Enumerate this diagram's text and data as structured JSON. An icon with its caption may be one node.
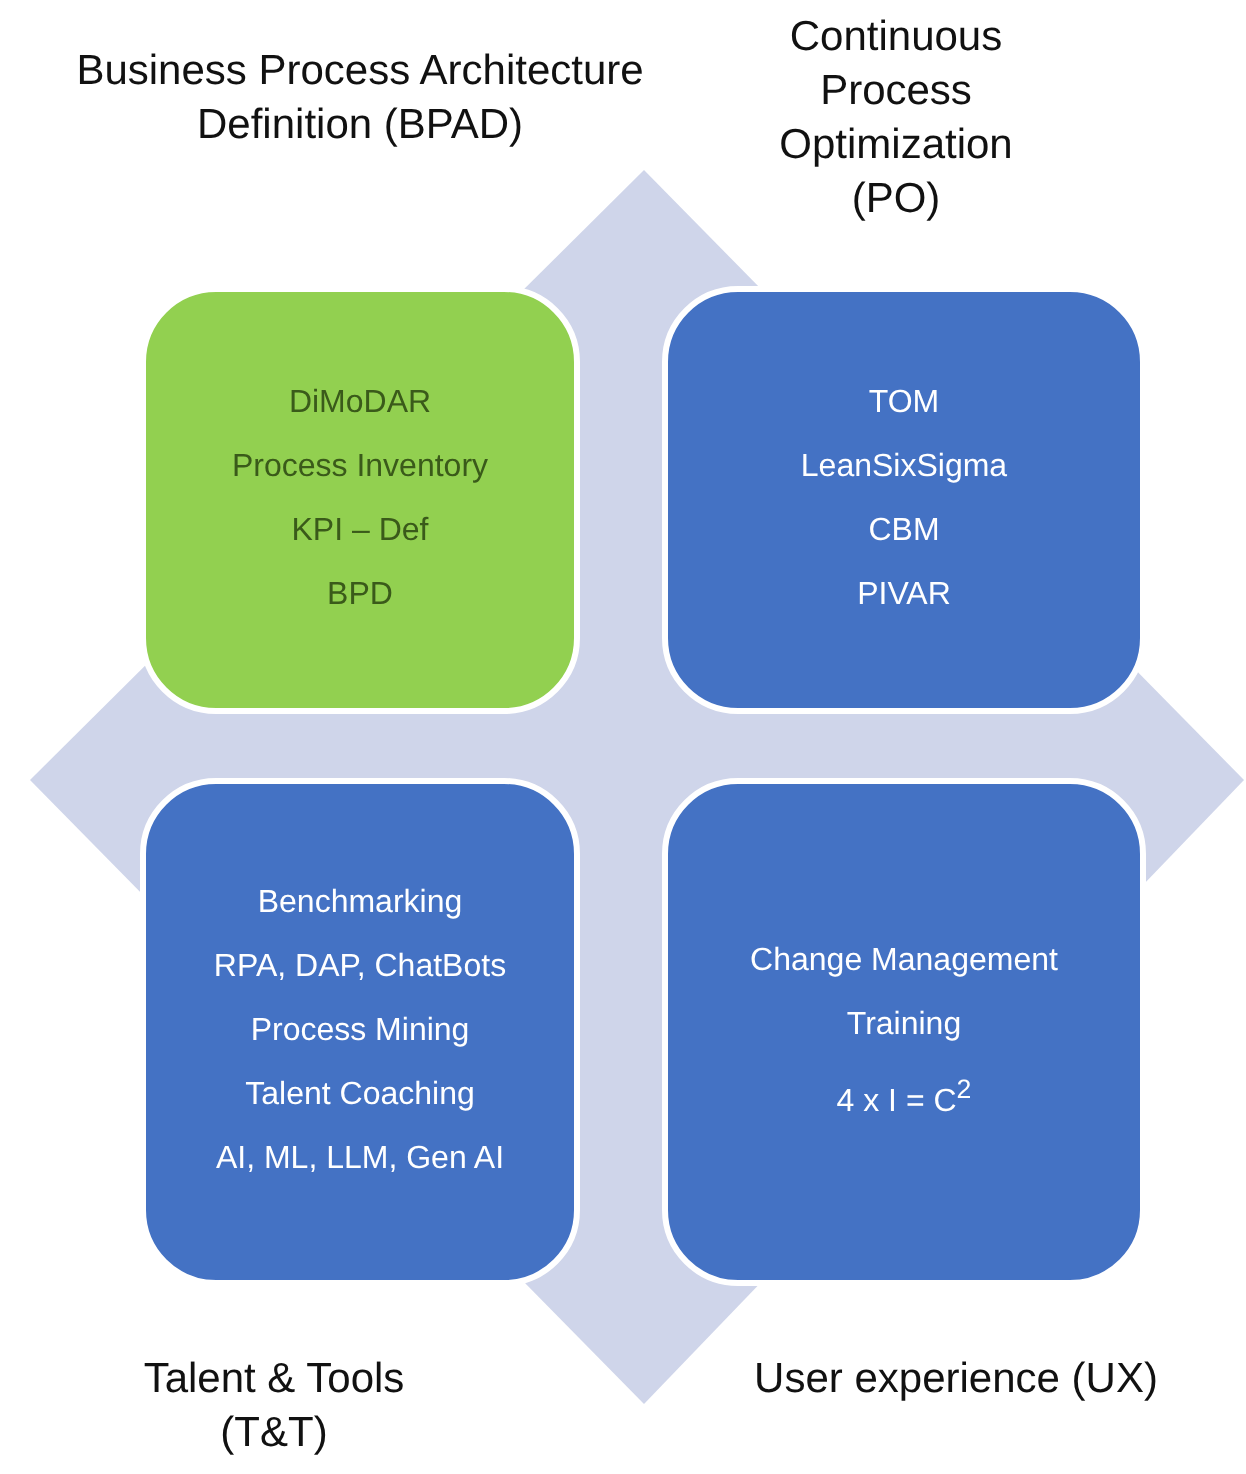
{
  "diagram": {
    "nodes": [
      {
        "text": [
          "DiMoDAR",
          "Process Inventory",
          "KPI – Def",
          "BPD"
        ],
        "beside": [
          "Business Process Architecture Definition (BPAD)"
        ]
      },
      {
        "text": [
          "TOM",
          "LeanSixSigma",
          "CBM",
          "PIVAR"
        ],
        "beside": [
          "Continuous Process Optimization (PO)"
        ]
      },
      {
        "text": [
          "Benchmarking",
          "RPA, DAP, ChatBots",
          "Process Mining",
          "Talent Coaching",
          "AI, ML, LLM, Gen AI"
        ],
        "beside": [
          "Talent & Tools (T&T)"
        ]
      },
      {
        "text": [
          "Change Management",
          "Training",
          "4 x I = C$^{2}$"
        ],
        "beside": [
          "User experience (UX)"
        ]
      }
    ],
    "edges": []
  }
}
